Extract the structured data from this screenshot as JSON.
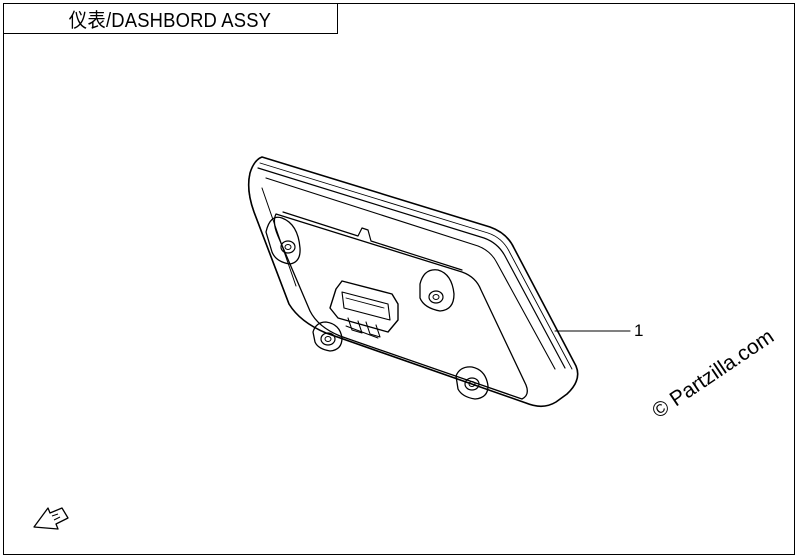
{
  "title": "仪表/DASHBORD ASSY",
  "callouts": [
    {
      "label": "1"
    }
  ],
  "watermark": "© Partzilla.com",
  "icons": {
    "direction_arrow": "front-direction-arrow-icon"
  }
}
